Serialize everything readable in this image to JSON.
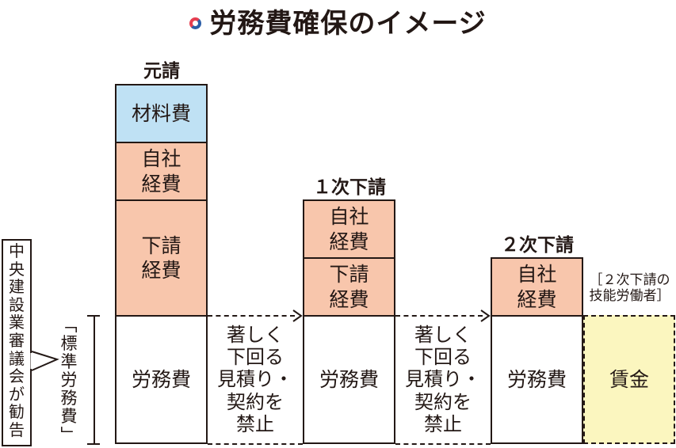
{
  "title": "労務費確保のイメージ",
  "columns": {
    "motouke": {
      "heading": "元請",
      "material": "材料費",
      "own": "自社\n経費",
      "sub": "下請\n経費",
      "labor": "労務費"
    },
    "first": {
      "heading": "１次下請",
      "own": "自社\n経費",
      "sub": "下請\n経費",
      "labor": "労務費"
    },
    "second": {
      "heading": "２次下請",
      "own": "自社\n経費",
      "labor": "労務費"
    },
    "wage": {
      "note": "［２次下請の\n技能労働者］",
      "label": "賃金"
    }
  },
  "prohibition": "著しく\n下回る\n見積り・\n契約を\n禁止",
  "council": "中\n央\n建\n設\n業\n審\n議\n会\nが\n勧\n告",
  "standard": "﹁\n標\n準\n労\n務\n費\n﹂",
  "colors": {
    "material": "#bfe1f4",
    "expense": "#f8c6ac",
    "wage": "#fbf6bf",
    "bullet_red": "#e63e50",
    "bullet_blue": "#2b5ea7"
  }
}
